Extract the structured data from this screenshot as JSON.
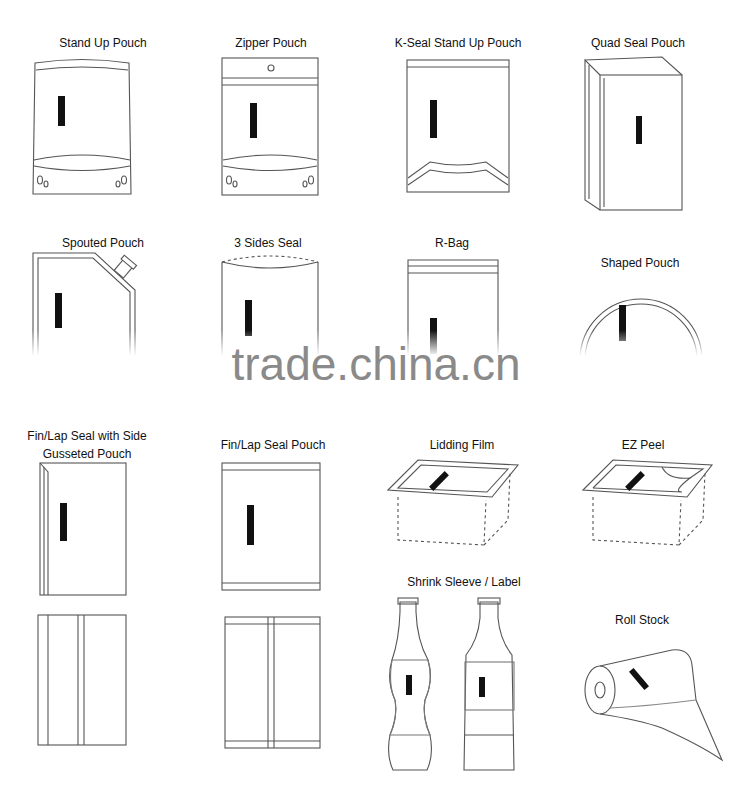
{
  "diagram": {
    "labels": [
      "Stand Up Pouch",
      "Zipper Pouch",
      "K-Seal Stand Up Pouch",
      "Quad Seal Pouch",
      "Spouted Pouch",
      "3 Sides Seal",
      "R-Bag",
      "Shaped Pouch",
      "trade.china.cn",
      "Fin/Lap Seal with Side Gusseted Pouch",
      "Fin/Lap Seal Pouch",
      "Lidding Film",
      "EZ Peel",
      "Shrink Sleeve / Label",
      "Roll Stock"
    ]
  }
}
